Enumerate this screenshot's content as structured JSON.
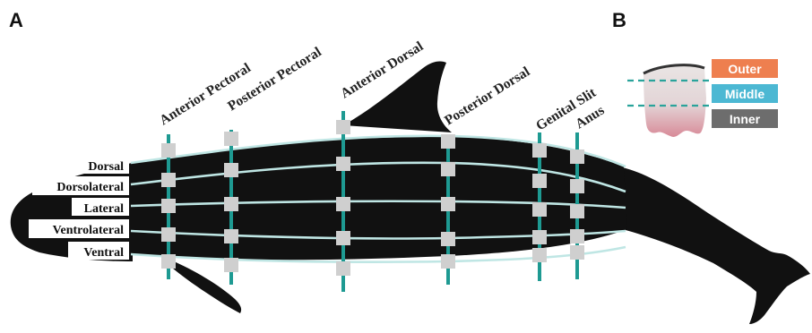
{
  "panel_a": {
    "letter": "A"
  },
  "panel_b": {
    "letter": "B"
  },
  "sampling_sites": [
    "Anterior Pectoral",
    "Posterior Pectoral",
    "Anterior Dorsal",
    "Posterior Dorsal",
    "Genital Slit",
    "Anus"
  ],
  "body_regions": [
    "Dorsal",
    "Dorsolateral",
    "Lateral",
    "Ventrolateral",
    "Ventral"
  ],
  "blubber_layers": [
    {
      "label": "Outer",
      "color": "#ee7f4f"
    },
    {
      "label": "Middle",
      "color": "#4cb8d3"
    },
    {
      "label": "Inner",
      "color": "#6d6d6d"
    }
  ],
  "colors": {
    "whale_body": "#111111",
    "grid_line": "#bfe6e4",
    "site_stick": "#1e9a92",
    "sample_square": "#cfcfcf",
    "layer_divider": "#2aa39b"
  }
}
